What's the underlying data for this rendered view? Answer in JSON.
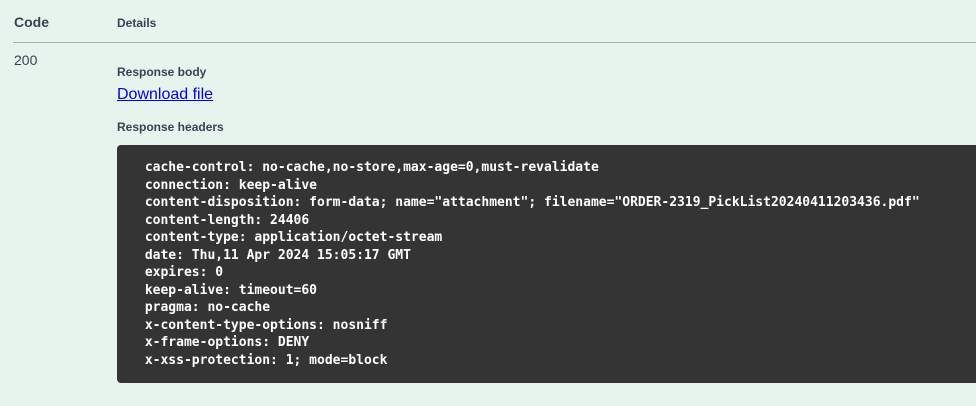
{
  "responses": {
    "columns": {
      "code": "Code",
      "details": "Details"
    },
    "row": {
      "status_code": "200",
      "response_body_label": "Response body",
      "download_link_label": "Download file",
      "response_headers_label": "Response headers",
      "headers": [
        "cache-control: no-cache,no-store,max-age=0,must-revalidate",
        "connection: keep-alive",
        "content-disposition: form-data; name=\"attachment\"; filename=\"ORDER-2319_PickList20240411203436.pdf\"",
        "content-length: 24406",
        "content-type: application/octet-stream",
        "date: Thu,11 Apr 2024 15:05:17 GMT",
        "expires: 0",
        "keep-alive: timeout=60",
        "pragma: no-cache",
        "x-content-type-options: nosniff",
        "x-frame-options: DENY",
        "x-xss-protection: 1; mode=block"
      ]
    }
  },
  "colors": {
    "page_background": "#e7f4ee",
    "heading_text": "#3b4151",
    "link_blue": "#0000ee",
    "code_block_background": "#343434",
    "code_block_text": "#ffffff",
    "divider": "#a4b1b1"
  }
}
